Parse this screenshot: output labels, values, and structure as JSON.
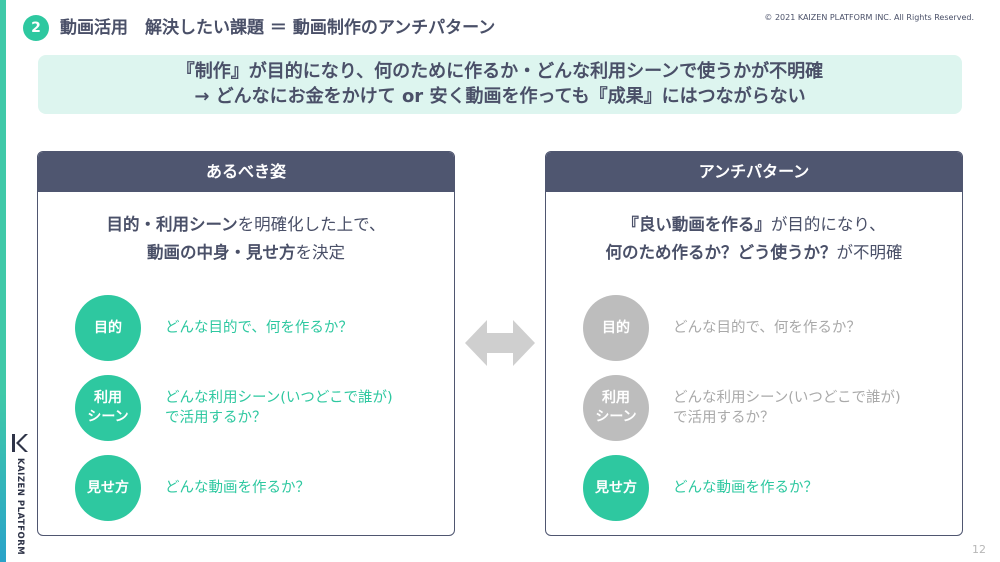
{
  "header": {
    "section_number": "2",
    "title": "動画活用　解決したい課題 ＝ 動画制作のアンチパターン",
    "copyright": "© 2021 KAIZEN PLATFORM INC. All Rights Reserved."
  },
  "banner": {
    "line1": "『制作』が目的になり、何のために作るか・どんな利用シーンで使うかが不明確",
    "line2": "→ どんなにお金をかけて or 安く動画を作っても『成果』にはつながらない"
  },
  "left_panel": {
    "title": "あるべき姿",
    "desc_line1_bold": "目的・利用シーン",
    "desc_line1_rest": "を明確化した上で、",
    "desc_line2_bold": "動画の中身・見せ方",
    "desc_line2_rest": "を決定",
    "items": [
      {
        "label": "目的",
        "text": "どんな目的で、何を作るか？"
      },
      {
        "label_line1": "利用",
        "label_line2": "シーン",
        "text_line1": "どんな利用シーン(いつどこで誰が)",
        "text_line2": "で活用するか？"
      },
      {
        "label": "見せ方",
        "text": "どんな動画を作るか？"
      }
    ]
  },
  "right_panel": {
    "title": "アンチパターン",
    "desc_line1_bold": "『良い動画を作る』",
    "desc_line1_rest": "が目的になり、",
    "desc_line2_bold": "何のため作るか？どう使うか？",
    "desc_line2_rest": "が不明確",
    "items": [
      {
        "label": "目的",
        "text": "どんな目的で、何を作るか？"
      },
      {
        "label_line1": "利用",
        "label_line2": "シーン",
        "text_line1": "どんな利用シーン(いつどこで誰が)",
        "text_line2": "で活用するか？"
      },
      {
        "label": "見せ方",
        "text": "どんな動画を作るか？"
      }
    ]
  },
  "logo": {
    "text": "KAIZEN PLATFORM"
  },
  "page_number": "12",
  "colors": {
    "accent": "#2ec8a0",
    "panel_header": "#4f5670",
    "banner_bg": "#ddf5ef",
    "inactive": "#bdbdbd"
  }
}
